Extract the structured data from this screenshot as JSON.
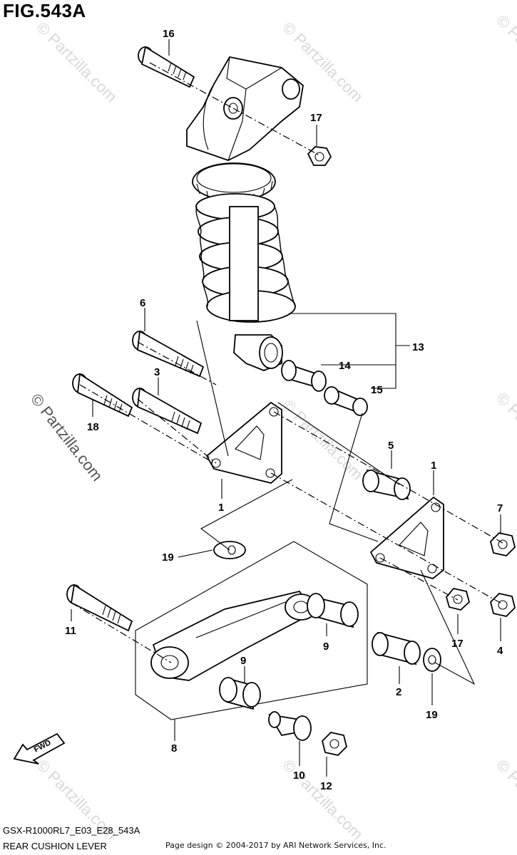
{
  "header": {
    "fig_title": "FIG.543A"
  },
  "footer": {
    "model_code": "GSX-R1000RL7_E03_E28_543A",
    "caption": "REAR CUSHION LEVER",
    "credit": "Page design © 2004-2017 by ARI Network Services, Inc."
  },
  "watermark": {
    "text": "© Partzilla.com"
  },
  "forward_arrow": {
    "label": "FWD"
  },
  "callouts": [
    {
      "id": "16",
      "label": "16"
    },
    {
      "id": "17a",
      "label": "17"
    },
    {
      "id": "13",
      "label": "13"
    },
    {
      "id": "14",
      "label": "14"
    },
    {
      "id": "15",
      "label": "15"
    },
    {
      "id": "6",
      "label": "6"
    },
    {
      "id": "3",
      "label": "3"
    },
    {
      "id": "18",
      "label": "18"
    },
    {
      "id": "1a",
      "label": "1"
    },
    {
      "id": "5",
      "label": "5"
    },
    {
      "id": "1b",
      "label": "1"
    },
    {
      "id": "7",
      "label": "7"
    },
    {
      "id": "19a",
      "label": "19"
    },
    {
      "id": "11",
      "label": "11"
    },
    {
      "id": "9a",
      "label": "9"
    },
    {
      "id": "9b",
      "label": "9"
    },
    {
      "id": "17b",
      "label": "17"
    },
    {
      "id": "4",
      "label": "4"
    },
    {
      "id": "2",
      "label": "2"
    },
    {
      "id": "19b",
      "label": "19"
    },
    {
      "id": "8",
      "label": "8"
    },
    {
      "id": "10",
      "label": "10"
    },
    {
      "id": "12",
      "label": "12"
    }
  ]
}
